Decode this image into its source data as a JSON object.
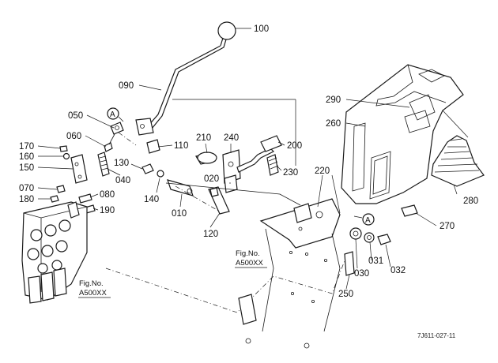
{
  "callouts": [
    {
      "id": "p100",
      "text": "100"
    },
    {
      "id": "p090",
      "text": "090"
    },
    {
      "id": "p050",
      "text": "050"
    },
    {
      "id": "p060",
      "text": "060"
    },
    {
      "id": "p170",
      "text": "170"
    },
    {
      "id": "p160",
      "text": "160"
    },
    {
      "id": "p150",
      "text": "150"
    },
    {
      "id": "p070",
      "text": "070"
    },
    {
      "id": "p180",
      "text": "180"
    },
    {
      "id": "p080",
      "text": "080"
    },
    {
      "id": "p190",
      "text": "190"
    },
    {
      "id": "p040",
      "text": "040"
    },
    {
      "id": "p130",
      "text": "130"
    },
    {
      "id": "p140",
      "text": "140"
    },
    {
      "id": "p010",
      "text": "010"
    },
    {
      "id": "p120",
      "text": "120"
    },
    {
      "id": "p110",
      "text": "110"
    },
    {
      "id": "p210",
      "text": "210"
    },
    {
      "id": "p240",
      "text": "240"
    },
    {
      "id": "p200",
      "text": "200"
    },
    {
      "id": "p230",
      "text": "230"
    },
    {
      "id": "p020",
      "text": "020"
    },
    {
      "id": "p290",
      "text": "290"
    },
    {
      "id": "p260",
      "text": "260"
    },
    {
      "id": "p220",
      "text": "220"
    },
    {
      "id": "p280",
      "text": "280"
    },
    {
      "id": "p270",
      "text": "270"
    },
    {
      "id": "p031",
      "text": "031"
    },
    {
      "id": "p032",
      "text": "032"
    },
    {
      "id": "p030",
      "text": "030"
    },
    {
      "id": "p250",
      "text": "250"
    }
  ],
  "reference_mark": "A",
  "figure_refs": {
    "left": {
      "line1": "Fig.No.",
      "line2": "A500XX"
    },
    "center": {
      "line1": "Fig.No.",
      "line2": "A500XX"
    }
  },
  "drawing_code": "7J611-027-11"
}
